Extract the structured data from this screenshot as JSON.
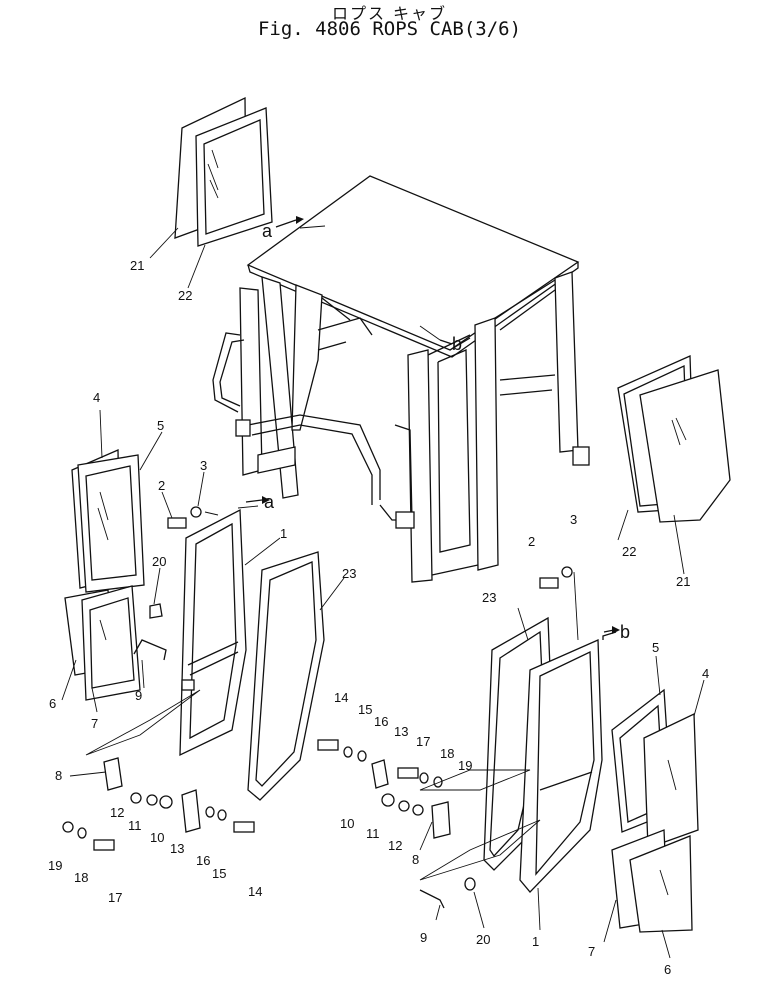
{
  "title": {
    "jp": "ロプス キャブ",
    "fig": "Fig. 4806 ROPS CAB(3/6)"
  },
  "callouts": [
    {
      "id": "c21a",
      "text": "21"
    },
    {
      "id": "c22a",
      "text": "22"
    },
    {
      "id": "c4a",
      "text": "4"
    },
    {
      "id": "c5a",
      "text": "5"
    },
    {
      "id": "c2a",
      "text": "2"
    },
    {
      "id": "c3a",
      "text": "3"
    },
    {
      "id": "c1a",
      "text": "1"
    },
    {
      "id": "c23a",
      "text": "23"
    },
    {
      "id": "c20a",
      "text": "20"
    },
    {
      "id": "c9a",
      "text": "9"
    },
    {
      "id": "c6a",
      "text": "6"
    },
    {
      "id": "c7a",
      "text": "7"
    },
    {
      "id": "c8a",
      "text": "8"
    },
    {
      "id": "c12a",
      "text": "12"
    },
    {
      "id": "c11a",
      "text": "11"
    },
    {
      "id": "c10a",
      "text": "10"
    },
    {
      "id": "c13a",
      "text": "13"
    },
    {
      "id": "c16a",
      "text": "16"
    },
    {
      "id": "c15a",
      "text": "15"
    },
    {
      "id": "c14a",
      "text": "14"
    },
    {
      "id": "c19a",
      "text": "19"
    },
    {
      "id": "c18a",
      "text": "18"
    },
    {
      "id": "c17a",
      "text": "17"
    },
    {
      "id": "c22b",
      "text": "22"
    },
    {
      "id": "c21b",
      "text": "21"
    },
    {
      "id": "c2b",
      "text": "2"
    },
    {
      "id": "c3b",
      "text": "3"
    },
    {
      "id": "c23b",
      "text": "23"
    },
    {
      "id": "c5b",
      "text": "5"
    },
    {
      "id": "c4b",
      "text": "4"
    },
    {
      "id": "c14b",
      "text": "14"
    },
    {
      "id": "c15b",
      "text": "15"
    },
    {
      "id": "c16b",
      "text": "16"
    },
    {
      "id": "c13b",
      "text": "13"
    },
    {
      "id": "c17b",
      "text": "17"
    },
    {
      "id": "c18b",
      "text": "18"
    },
    {
      "id": "c19b",
      "text": "19"
    },
    {
      "id": "c10b",
      "text": "10"
    },
    {
      "id": "c11b",
      "text": "11"
    },
    {
      "id": "c12b",
      "text": "12"
    },
    {
      "id": "c8b",
      "text": "8"
    },
    {
      "id": "c9b",
      "text": "9"
    },
    {
      "id": "c20b",
      "text": "20"
    },
    {
      "id": "c1b",
      "text": "1"
    },
    {
      "id": "c7b",
      "text": "7"
    },
    {
      "id": "c6b",
      "text": "6"
    }
  ],
  "arrow_labels": [
    {
      "id": "a-top",
      "text": "a"
    },
    {
      "id": "b-top",
      "text": "b"
    },
    {
      "id": "a-left",
      "text": "a"
    },
    {
      "id": "b-right",
      "text": "b"
    }
  ]
}
